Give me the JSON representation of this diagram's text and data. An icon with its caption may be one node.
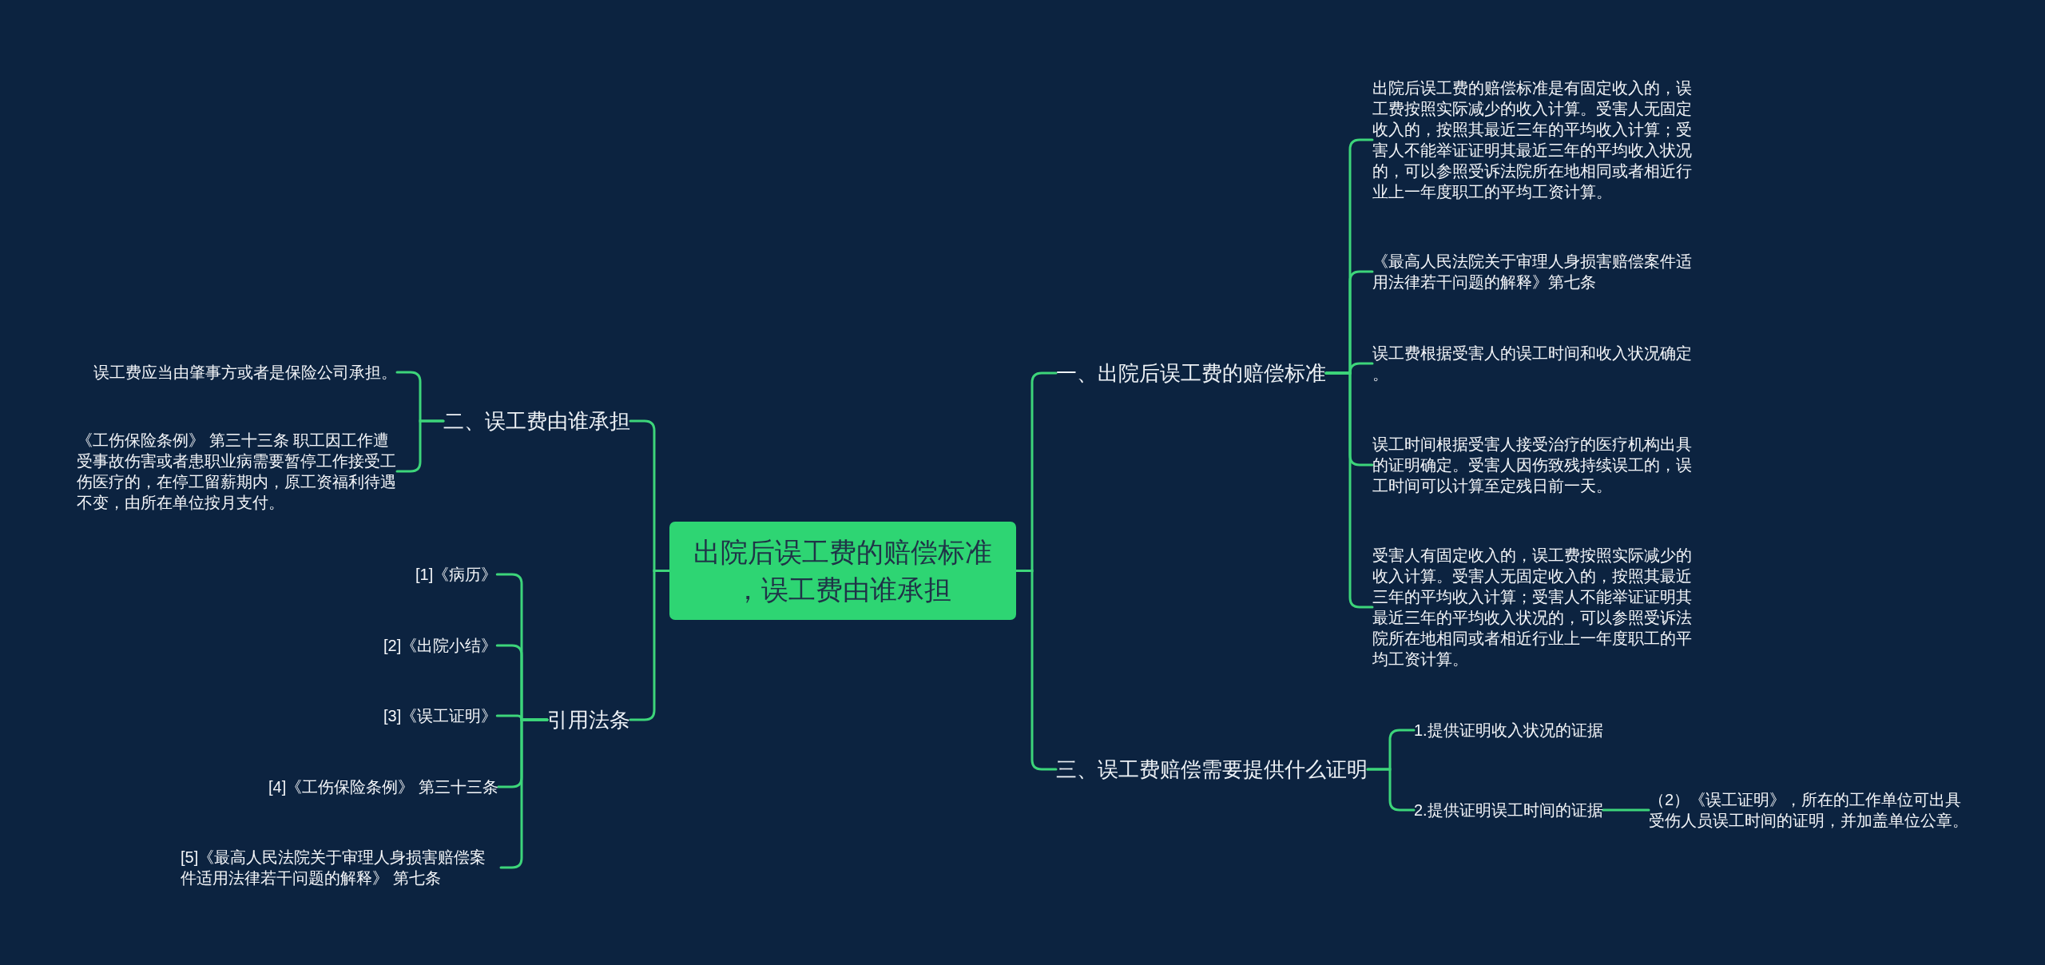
{
  "diagram": {
    "nodes": [
      {
        "text": [
          "出院后误工费的赔偿标准，误工费由谁承担"
        ]
      },
      {
        "text": [
          "一、出院后误工费的赔偿标准"
        ]
      },
      {
        "text": [
          "出院后误工费的赔偿标准是有固定收入的，误工费按照实际减少的收入计算。受害人无固定收入的，按照其最近三年的平均收入计算；受害人不能举证证明其最近三年的平均收入状况的，可以参照受诉法院所在地相同或者相近行业上一年度职工的平均工资计算。"
        ]
      },
      {
        "text": [
          "《最高人民法院关于审理人身损害赔偿案件适用法律若干问题的解释》第七条"
        ]
      },
      {
        "text": [
          "误工费根据受害人的误工时间和收入状况确定。"
        ]
      },
      {
        "text": [
          "误工时间根据受害人接受治疗的医疗机构出具的证明确定。受害人因伤致残持续误工的，误工时间可以计算至定残日前一天。"
        ]
      },
      {
        "text": [
          "受害人有固定收入的，误工费按照实际减少的收入计算。受害人无固定收入的，按照其最近三年的平均收入计算；受害人不能举证证明其最近三年的平均收入状况的，可以参照受诉法院所在地相同或者相近行业上一年度职工的平均工资计算。"
        ]
      },
      {
        "text": [
          "三、误工费赔偿需要提供什么证明"
        ]
      },
      {
        "text": [
          "1.提供证明收入状况的证据"
        ]
      },
      {
        "text": [
          "2.提供证明误工时间的证据"
        ]
      },
      {
        "text": [
          "（2）《误工证明》，所在的工作单位可出具受伤人员误工时间的证明，并加盖单位公章。"
        ]
      },
      {
        "text": [
          "二、误工费由谁承担"
        ]
      },
      {
        "text": [
          "误工费应当由肇事方或者是保险公司承担。"
        ]
      },
      {
        "text": [
          "《工伤保险条例》 第三十三条 职工因工作遭受事故伤害或者患职业病需要暂停工作接受工伤医疗的，在停工留薪期内，原工资福利待遇不变，由所在单位按月支付。"
        ]
      },
      {
        "text": [
          "引用法条"
        ]
      },
      {
        "text": [
          "[1]《病历》"
        ]
      },
      {
        "text": [
          "[2]《出院小结》"
        ]
      },
      {
        "text": [
          "[3]《误工证明》"
        ]
      },
      {
        "text": [
          "[4]《工伤保险条例》 第三十三条"
        ]
      },
      {
        "text": [
          "[5]《最高人民法院关于审理人身损害赔偿案件适用法律若干问题的解释》 第七条"
        ]
      }
    ],
    "edges": [
      {
        "from": 0,
        "to": 1,
        "arrow": "none"
      },
      {
        "from": 1,
        "to": 2,
        "arrow": "none"
      },
      {
        "from": 1,
        "to": 3,
        "arrow": "none"
      },
      {
        "from": 1,
        "to": 4,
        "arrow": "none"
      },
      {
        "from": 1,
        "to": 5,
        "arrow": "none"
      },
      {
        "from": 1,
        "to": 6,
        "arrow": "none"
      },
      {
        "from": 0,
        "to": 7,
        "arrow": "none"
      },
      {
        "from": 7,
        "to": 8,
        "arrow": "none"
      },
      {
        "from": 7,
        "to": 9,
        "arrow": "none"
      },
      {
        "from": 9,
        "to": 10,
        "arrow": "none"
      },
      {
        "from": 0,
        "to": 11,
        "arrow": "none"
      },
      {
        "from": 11,
        "to": 12,
        "arrow": "none"
      },
      {
        "from": 11,
        "to": 13,
        "arrow": "none"
      },
      {
        "from": 0,
        "to": 14,
        "arrow": "none"
      },
      {
        "from": 14,
        "to": 15,
        "arrow": "none"
      },
      {
        "from": 14,
        "to": 16,
        "arrow": "none"
      },
      {
        "from": 14,
        "to": 17,
        "arrow": "none"
      },
      {
        "from": 14,
        "to": 18,
        "arrow": "none"
      },
      {
        "from": 14,
        "to": 19,
        "arrow": "none"
      }
    ]
  }
}
